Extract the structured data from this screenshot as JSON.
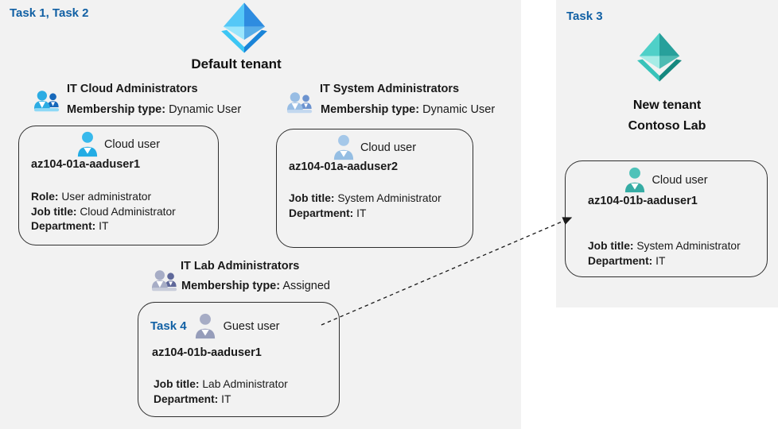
{
  "tasks": {
    "task12_label": "Task 1, Task 2",
    "task3_label": "Task 3",
    "task4_label": "Task 4"
  },
  "default_tenant": {
    "title": "Default tenant",
    "groups": [
      {
        "name": "IT Cloud Administrators",
        "membership_label": "Membership type:",
        "membership_value": "Dynamic User"
      },
      {
        "name": "IT System Administrators",
        "membership_label": "Membership type:",
        "membership_value": "Dynamic User"
      },
      {
        "name": "IT Lab Administrators",
        "membership_label": "Membership type:",
        "membership_value": "Assigned"
      }
    ]
  },
  "cards": [
    {
      "user_type": "Cloud user",
      "user_name": "az104-01a-aaduser1",
      "fields": {
        "role_label": "Role:",
        "role_value": "User administrator",
        "job_label": "Job title:",
        "job_value": "Cloud Administrator",
        "dept_label": "Department:",
        "dept_value": "IT"
      }
    },
    {
      "user_type": "Cloud user",
      "user_name": "az104-01a-aaduser2",
      "fields": {
        "job_label": "Job title:",
        "job_value": "System Administrator",
        "dept_label": "Department:",
        "dept_value": "IT"
      }
    },
    {
      "user_type": "Guest user",
      "user_name": "az104-01b-aaduser1",
      "fields": {
        "job_label": "Job title:",
        "job_value": "Lab Administrator",
        "dept_label": "Department:",
        "dept_value": "IT"
      }
    },
    {
      "user_type": "Cloud user",
      "user_name": "az104-01b-aaduser1",
      "fields": {
        "job_label": "Job title:",
        "job_value": "System Administrator",
        "dept_label": "Department:",
        "dept_value": "IT"
      }
    }
  ],
  "new_tenant": {
    "title_line1": "New tenant",
    "title_line2": "Contoso Lab"
  },
  "colors": {
    "task_label": "#1160A4",
    "panel_bg": "#f2f2f2",
    "aad_blue": {
      "top_left": "#55C8F7",
      "top_right": "#2E8CE0",
      "low_left": "#9AE6FC",
      "low_right": "#57ADE8",
      "base_left": "#3DC6F4",
      "base_right": "#1A84D8"
    },
    "aad_teal": {
      "top_left": "#4FD0C8",
      "top_right": "#27A09B",
      "low_left": "#A6ECE6",
      "low_right": "#4EBBB3",
      "base_left": "#38C3BA",
      "base_right": "#15887F"
    },
    "group1": {
      "front": "#2CACE3",
      "back": "#1668BA",
      "base": "#8ED9F6"
    },
    "group2": {
      "front": "#98BDE4",
      "back": "#6C93CF",
      "base": "#C3D8EF"
    },
    "group3": {
      "front": "#A7ADC6",
      "back": "#5F689A",
      "base": "#C9CDDB"
    },
    "user_cloud1": {
      "head": "#38B9EC",
      "body": "#23ACE4"
    },
    "user_cloud2": {
      "head": "#A5C8E9",
      "body": "#95BEE3"
    },
    "user_guest": {
      "head": "#A6ACC5",
      "body": "#969DBA"
    },
    "user_teal": {
      "head": "#4EC2B9",
      "body": "#35ACA4"
    },
    "arrow": "#1a1a1a"
  }
}
